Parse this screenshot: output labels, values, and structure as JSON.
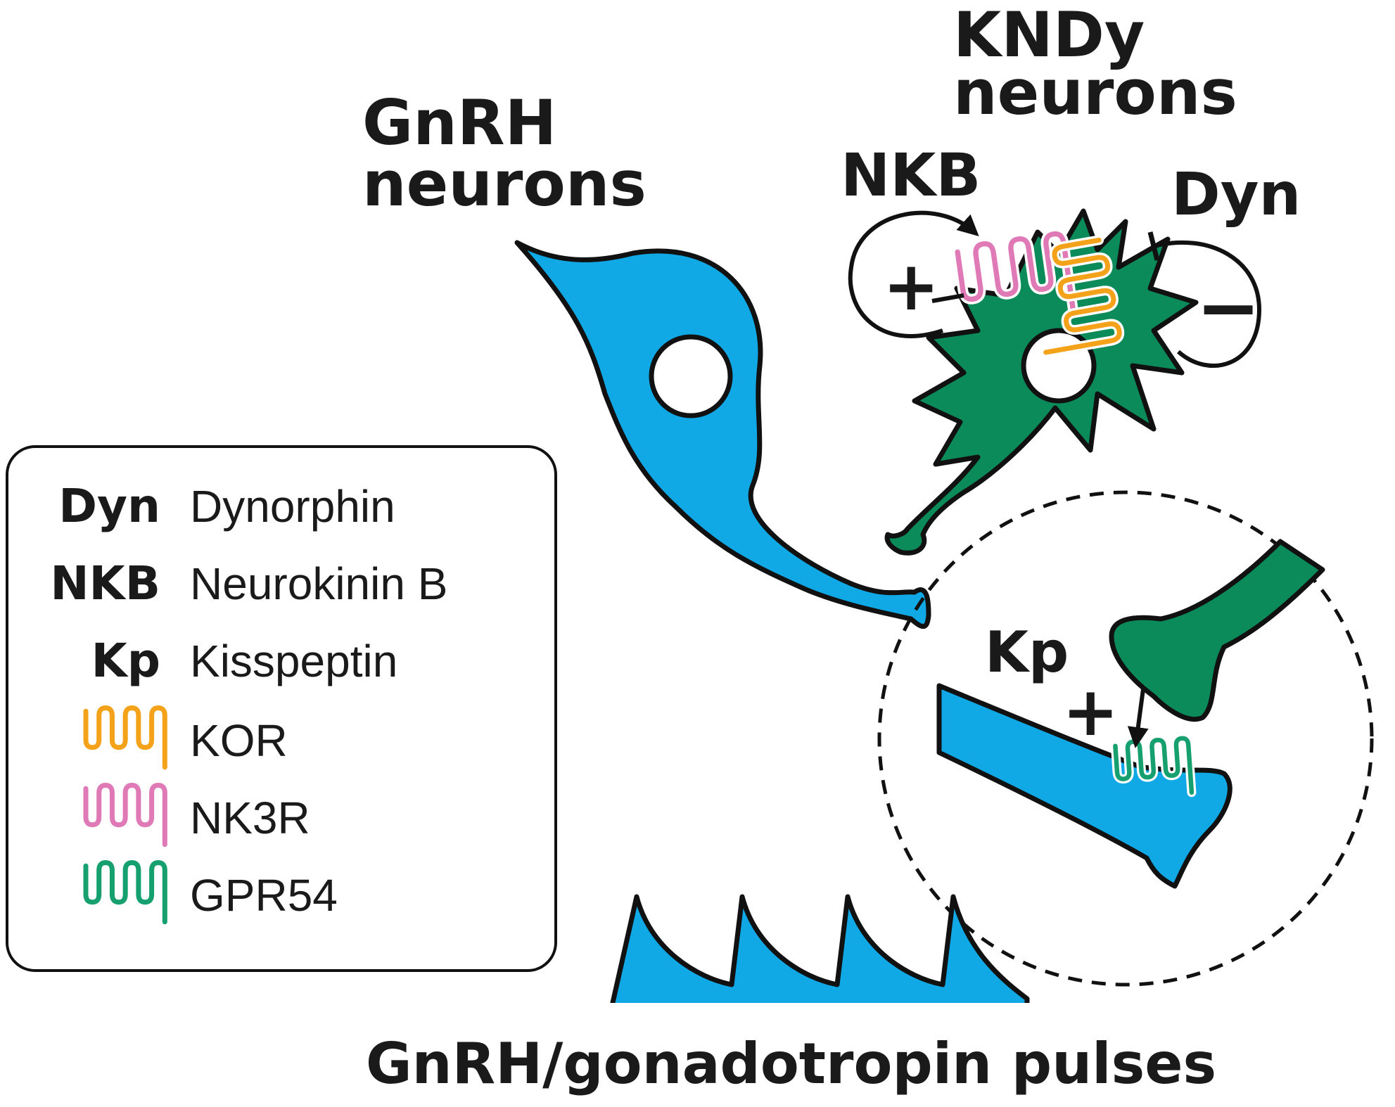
{
  "colors": {
    "gnrh": "#11a8e6",
    "kndy": "#0b8a5a",
    "kor": "#f4a21a",
    "nk3r": "#e07ab7",
    "gpr54": "#16a070",
    "ink": "#111111"
  },
  "labels": {
    "gnrh_line1": "GnRH",
    "gnrh_line2": "neurons",
    "kndy_line1": "KNDy",
    "kndy_line2": "neurons",
    "nkb": "NKB",
    "dyn": "Dyn",
    "kp": "Kp",
    "plus": "+",
    "minus": "−",
    "pulses": "GnRH/gonadotropin pulses"
  },
  "legend": {
    "items": [
      {
        "abbr": "Dyn",
        "full": "Dynorphin"
      },
      {
        "abbr": "NKB",
        "full": "Neurokinin B"
      },
      {
        "abbr": "Kp",
        "full": "Kisspeptin"
      }
    ],
    "receptors": [
      {
        "name": "KOR",
        "color": "#f4a21a",
        "icon": "kor-receptor-icon"
      },
      {
        "name": "NK3R",
        "color": "#e07ab7",
        "icon": "nk3r-receptor-icon"
      },
      {
        "name": "GPR54",
        "color": "#16a070",
        "icon": "gpr54-receptor-icon"
      }
    ]
  }
}
